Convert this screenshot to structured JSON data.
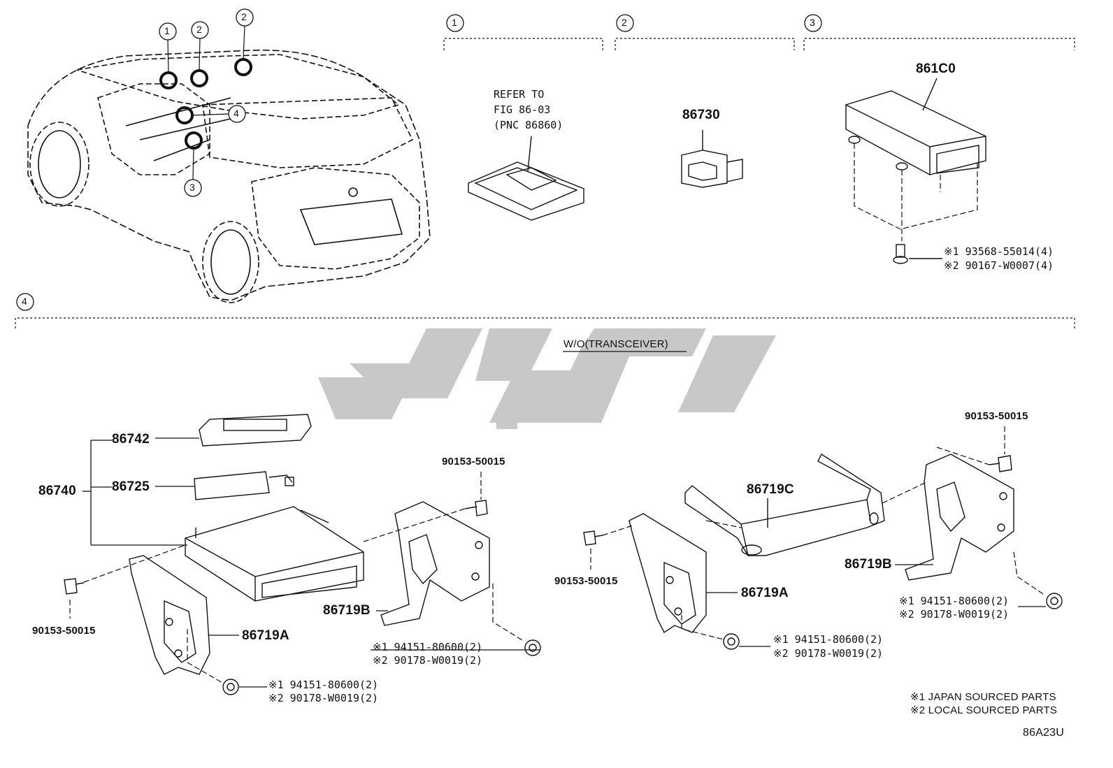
{
  "sections": {
    "s1": "1",
    "s2": "2",
    "s3": "3",
    "s4": "4"
  },
  "car_callouts": [
    "1",
    "2",
    "2",
    "3",
    "4"
  ],
  "refer": {
    "line1": "REFER TO",
    "line2": "FIG 86-03",
    "line3": "(PNC 86860)"
  },
  "parts": {
    "p86730": "86730",
    "p861c0": "861C0",
    "p86742": "86742",
    "p86725": "86725",
    "p86740": "86740",
    "p86719a_left": "86719A",
    "p86719b_left": "86719B",
    "p86719c": "86719C",
    "p86719a_right": "86719A",
    "p86719b_right": "86719B",
    "bolt_a": "90153-50015",
    "bolt_b": "90153-50015",
    "bolt_c": "90153-50015",
    "bolt_d": "90153-50015"
  },
  "nut_groups": {
    "s3_screw_j": "※1 93568-55014(4)",
    "s3_screw_l": "※2 90167-W0007(4)",
    "nut1_j": "※1 94151-80600(2)",
    "nut1_l": "※2 90178-W0019(2)",
    "nut2_j": "※1 94151-80600(2)",
    "nut2_l": "※2 90178-W0019(2)",
    "nut3_j": "※1 94151-80600(2)",
    "nut3_l": "※2 90178-W0019(2)",
    "nut4_j": "※1 94151-80600(2)",
    "nut4_l": "※2 90178-W0019(2)"
  },
  "condition": "W/O(TRANSCEIVER)",
  "legend": {
    "japan": "※1 JAPAN SOURCED PARTS",
    "local": "※2 LOCAL SOURCED PARTS"
  },
  "figure_code": "86A23U",
  "colors": {
    "line": "#111111",
    "watermark": "#c8c8c8"
  }
}
